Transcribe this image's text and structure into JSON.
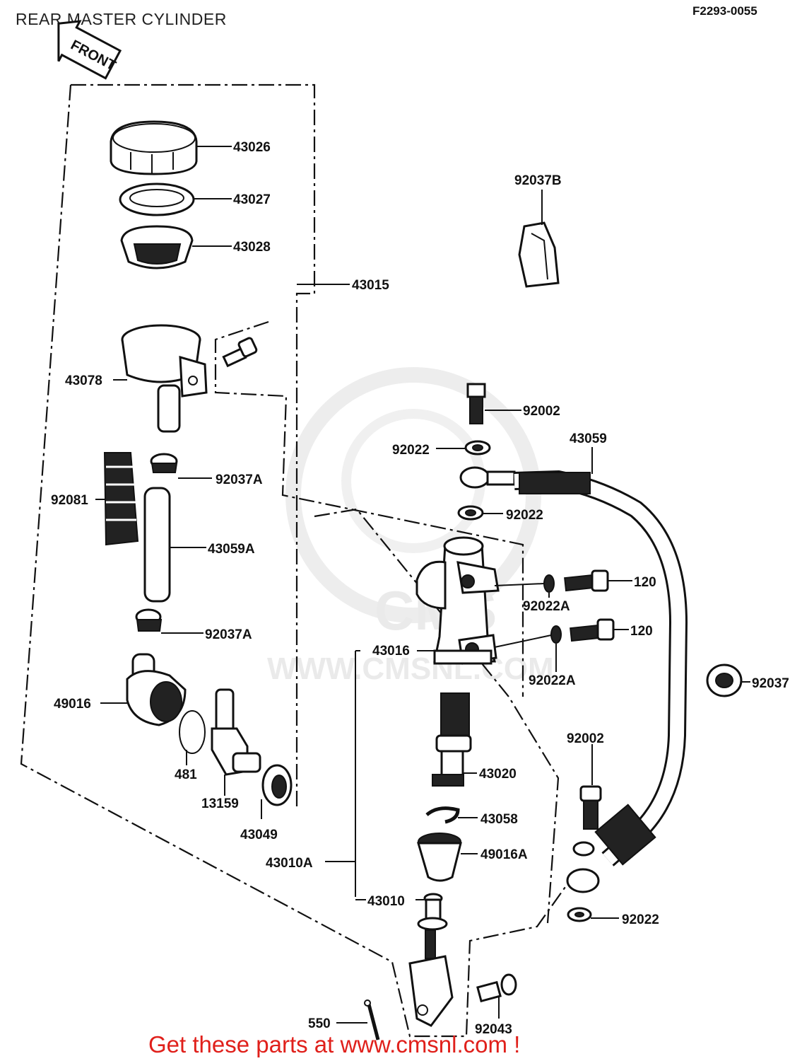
{
  "header": {
    "title": "REAR MASTER CYLINDER",
    "figure_code": "F2293-0055",
    "front_label": "FRONT"
  },
  "watermark": {
    "url": "WWW.CMSNL.COM",
    "logo": "CMS"
  },
  "footer": {
    "promo": "Get these parts at www.cmsnl.com !"
  },
  "parts": {
    "p43026": "43026",
    "p43027": "43027",
    "p43028": "43028",
    "p43015": "43015",
    "p43078": "43078",
    "p92081": "92081",
    "p92037A_1": "92037A",
    "p43059A": "43059A",
    "p92037A_2": "92037A",
    "p49016": "49016",
    "p481": "481",
    "p13159": "13159",
    "p43049": "43049",
    "p92037B": "92037B",
    "p92002_1": "92002",
    "p92022_1": "92022",
    "p43059": "43059",
    "p92022_2": "92022",
    "p120_1": "120",
    "p92022A_1": "92022A",
    "p120_2": "120",
    "p92022A_2": "92022A",
    "p43016": "43016",
    "p92037": "92037",
    "p92002_2": "92002",
    "p43020": "43020",
    "p43058": "43058",
    "p49016A": "49016A",
    "p43010A": "43010A",
    "p43010": "43010",
    "p92022_3": "92022",
    "p92043": "92043",
    "p550": "550"
  },
  "colors": {
    "promo": "#e0201b",
    "ink": "#111111",
    "watermark": "#e8e8e8"
  }
}
